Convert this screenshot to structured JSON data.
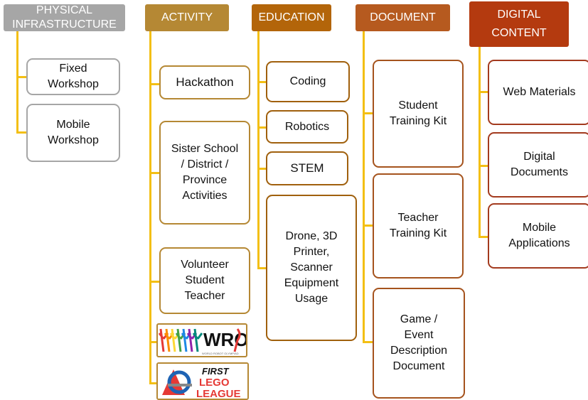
{
  "colors": {
    "physical": "#a6a6a6",
    "activity": "#b58834",
    "education": "#b3650a",
    "document": "#b65a1f",
    "digital": "#b43a0f",
    "connector": "#f3bf14"
  },
  "columns": {
    "physical": {
      "title": "PHYSICAL\nINFRASTRUCTURE",
      "items": [
        "Fixed\nWorkshop",
        "Mobile\nWorkshop"
      ]
    },
    "activity": {
      "title": "ACTIVITY",
      "items": [
        "Hackathon",
        "Sister School\n/ District /\nProvince\nActivities",
        "Volunteer\nStudent\nTeacher"
      ],
      "logos": {
        "wro": "WRO",
        "wro_caption": "WORLD ROBOT OLYMPIAD",
        "fll_first": "FIRST",
        "fll_lego": "LEGO",
        "fll_league": "LEAGUE"
      }
    },
    "education": {
      "title": "EDUCATION",
      "items": [
        "Coding",
        "Robotics",
        "STEM",
        "Drone, 3D\nPrinter,\nScanner\nEquipment\nUsage"
      ]
    },
    "document": {
      "title": "DOCUMENT",
      "items": [
        "Student\nTraining Kit",
        "Teacher\nTraining Kit",
        "Game /\nEvent\nDescription\nDocument"
      ]
    },
    "digital": {
      "title": "DIGITAL\nCONTENT",
      "items": [
        "Web Materials",
        "Digital\nDocuments",
        "Mobile\nApplications"
      ]
    }
  }
}
